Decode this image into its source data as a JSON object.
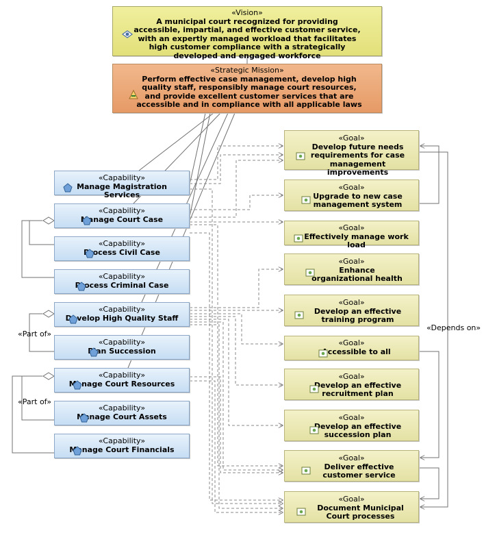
{
  "vision": {
    "stereotype": "«Vision»",
    "text": "A municipal court recognized for providing accessible, impartial, and effective customer service, with an expertly managed workload that facilitates high customer compliance with a strategically developed and engaged workforce"
  },
  "mission": {
    "stereotype": "«Strategic Mission»",
    "text": "Perform effective case management, develop high quality staff, responsibly manage court resources, and provide excellent customer services that are accessible and in compliance with all applicable laws"
  },
  "capabilities": [
    {
      "stereotype": "«Capability»",
      "name": "Manage Magistration Services"
    },
    {
      "stereotype": "«Capability»",
      "name": "Manage Court Case"
    },
    {
      "stereotype": "«Capability»",
      "name": "Process Civil Case"
    },
    {
      "stereotype": "«Capability»",
      "name": "Process Criminal Case"
    },
    {
      "stereotype": "«Capability»",
      "name": "Develop High Quality Staff"
    },
    {
      "stereotype": "«Capability»",
      "name": "Plan Succession"
    },
    {
      "stereotype": "«Capability»",
      "name": "Manage Court Resources"
    },
    {
      "stereotype": "«Capability»",
      "name": "Manage Court Assets"
    },
    {
      "stereotype": "«Capability»",
      "name": "Manage Court Financials"
    }
  ],
  "goals": [
    {
      "stereotype": "«Goal»",
      "name": "Develop future needs requirements for case management improvements"
    },
    {
      "stereotype": "«Goal»",
      "name": "Upgrade to new case management system"
    },
    {
      "stereotype": "«Goal»",
      "name": "Effectively manage work load"
    },
    {
      "stereotype": "«Goal»",
      "name": "Enhance organizational health"
    },
    {
      "stereotype": "«Goal»",
      "name": "Develop an effective training program"
    },
    {
      "stereotype": "«Goal»",
      "name": "Accessible to all"
    },
    {
      "stereotype": "«Goal»",
      "name": "Develop an effective recruitment plan"
    },
    {
      "stereotype": "«Goal»",
      "name": "Develop an effective succession plan"
    },
    {
      "stereotype": "«Goal»",
      "name": "Deliver effective customer service"
    },
    {
      "stereotype": "«Goal»",
      "name": "Document Municipal Court processes"
    }
  ],
  "labels": {
    "part_of_1": "«Part of»",
    "part_of_2": "«Part of»",
    "depends_on": "«Depends on»"
  },
  "colors": {
    "line": "#707070",
    "dashed": "#8a8a8a"
  }
}
